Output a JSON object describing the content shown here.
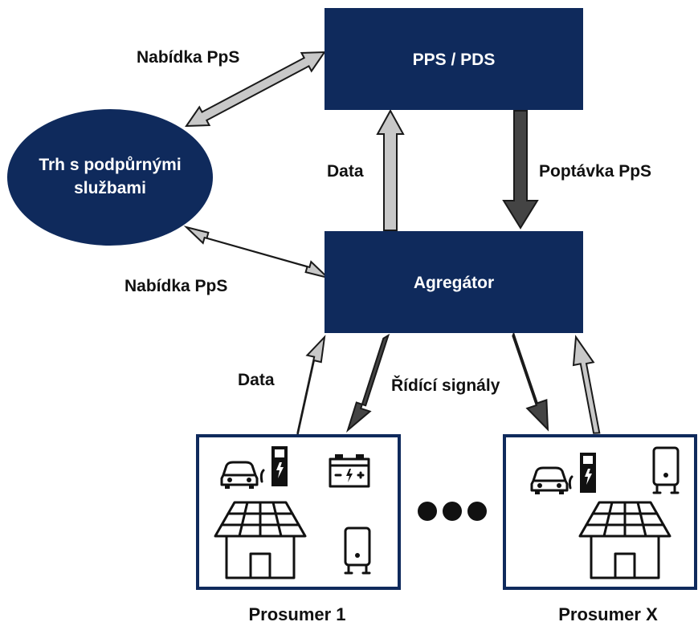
{
  "colors": {
    "node_fill": "#0f2a5c",
    "node_text": "#ffffff",
    "light_arrow": "#c8c8c8",
    "dark_arrow": "#444444",
    "arrow_outline": "#1a1a1a",
    "prosumer_border": "#0f2a5c"
  },
  "nodes": {
    "pps_pds": "PPS / PDS",
    "market_line1": "Trh s podpůrnými",
    "market_line2": "službami",
    "aggregator": "Agregátor"
  },
  "edges": {
    "offer_top": "Nabídka PpS",
    "offer_bottom": "Nabídka PpS",
    "data_up": "Data",
    "demand": "Poptávka PpS",
    "data_prosumer": "Data",
    "control_signals": "Řídící signály"
  },
  "prosumers": {
    "first": "Prosumer 1",
    "last": "Prosumer X",
    "ellipsis_icon": "ellipsis-dots-icon"
  },
  "icons": [
    "electric-car-icon",
    "charging-station-icon",
    "battery-icon",
    "solar-house-icon",
    "water-heater-icon"
  ]
}
